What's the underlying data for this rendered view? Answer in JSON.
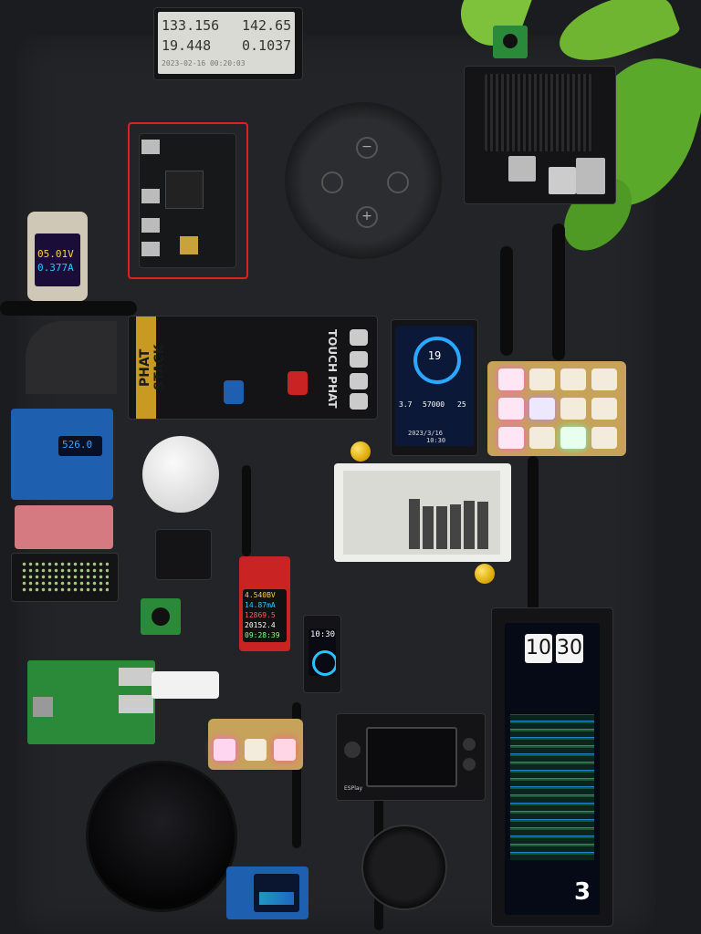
{
  "eink_ticker": {
    "row1_left": "133.156",
    "row1_right": "142.65",
    "row2_left": "19.448",
    "row2_right": "0.1037",
    "timestamp": "2023-02-16 00:20:03"
  },
  "usb_meter_left": {
    "voltage": "05.01V",
    "current": "0.377A"
  },
  "phatstack": {
    "label": "PHAT STACK"
  },
  "touch_phat": {
    "label": "TOUCH PHAT"
  },
  "oled_blue": {
    "text": "526.0"
  },
  "red_meter": {
    "voltage": "4.540BV",
    "current": "14.87mA",
    "capacity": "12869.5",
    "energy": "20152.4",
    "time": "09:28:39"
  },
  "weather_round": {
    "number": "19",
    "value": "57000",
    "left": "3.7",
    "right": "25",
    "date": "2023/3/16",
    "time": "10:30"
  },
  "tdisplay": {
    "time": "10:30"
  },
  "flip_clock": {
    "hours": "10",
    "minutes": "30"
  },
  "tall_display": {
    "bottom_num": "3"
  },
  "espplay": {
    "label": "ESPlay"
  },
  "eink_chart": {
    "title": "",
    "bars": [
      0.72,
      0.62,
      0.62,
      0.65,
      0.7,
      0.68
    ]
  },
  "colors": {
    "highlight": "#e02020",
    "meter_yellow": "#ffd230",
    "meter_cyan": "#29c9ff",
    "keypad_glow": "#ff5fd0"
  }
}
